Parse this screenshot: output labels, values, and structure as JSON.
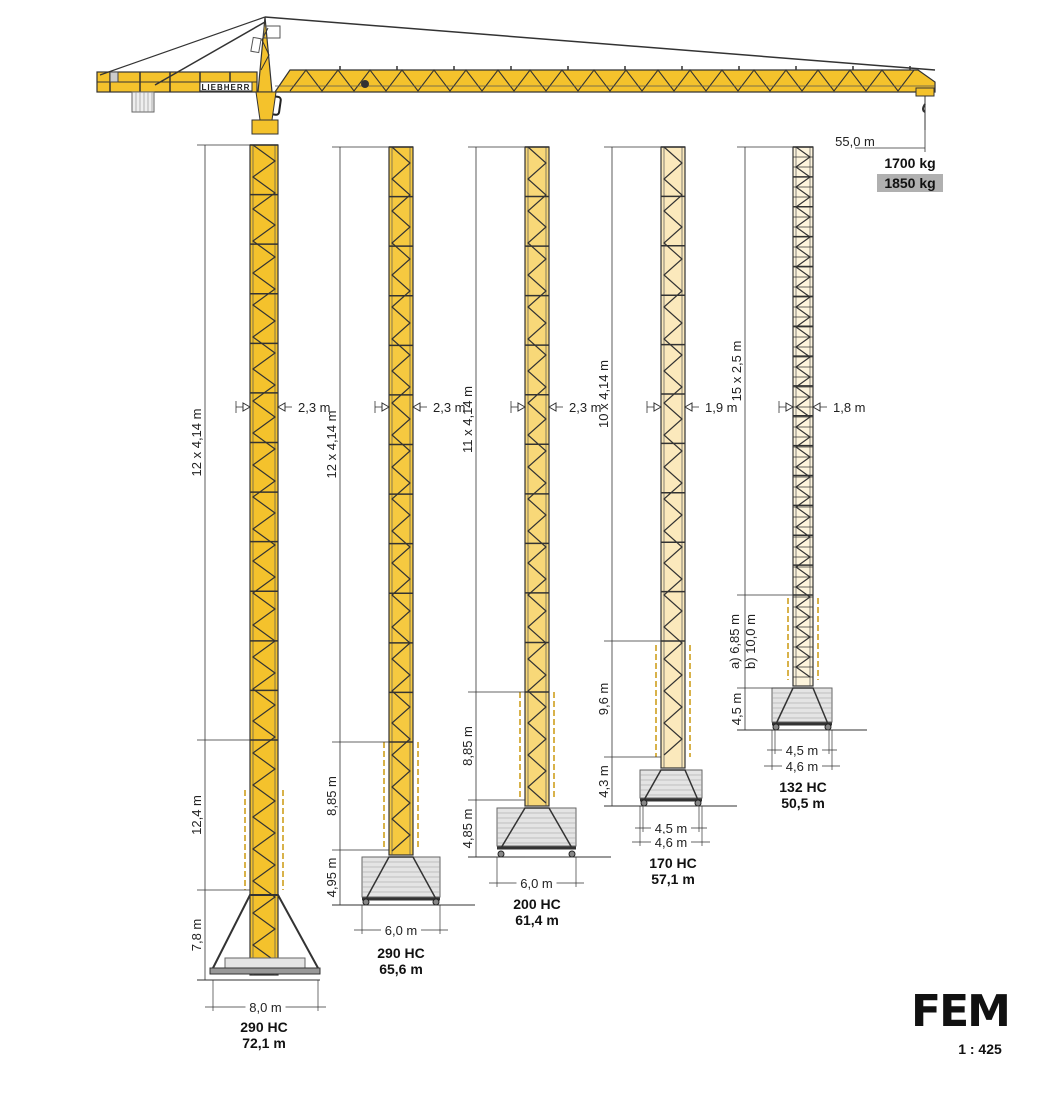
{
  "brand": "LIEBHERR",
  "jib": {
    "radius": "55,0 m",
    "load_a": "1700 kg",
    "load_b": "1850 kg"
  },
  "colors": {
    "t1": "#f4c22c",
    "t2": "#f6c940",
    "t3": "#f8d878",
    "t4": "#fbe9bc",
    "t5": "#fdf4dc",
    "base": "#e4e4e4",
    "line": "#333333",
    "load_b_bg": "#b0b0b0"
  },
  "towers": [
    {
      "name": "290 HC",
      "height": "72,1 m",
      "width": "2,3 m",
      "dims": [
        "12 x 4,14 m",
        "12,4 m",
        "7,8 m"
      ],
      "base": [
        "8,0 m"
      ]
    },
    {
      "name": "290 HC",
      "height": "65,6 m",
      "width": "2,3 m",
      "dims": [
        "12 x 4,14 m",
        "8,85 m",
        "4,95 m"
      ],
      "base": [
        "6,0 m"
      ]
    },
    {
      "name": "200 HC",
      "height": "61,4 m",
      "width": "2,3 m",
      "dims": [
        "11 x 4,14 m",
        "8,85 m",
        "4,85 m"
      ],
      "base": [
        "6,0 m"
      ]
    },
    {
      "name": "170 HC",
      "height": "57,1 m",
      "width": "1,9 m",
      "dims": [
        "10 x 4,14 m",
        "9,6 m",
        "4,3 m"
      ],
      "base": [
        "4,5 m",
        "4,6 m"
      ]
    },
    {
      "name": "132 HC",
      "height": "50,5 m",
      "width": "1,8 m",
      "dims": [
        "15 x 2,5 m",
        "a) 6,85 m",
        "4,5 m"
      ],
      "dims_extra": "b) 10,0 m",
      "base": [
        "4,5 m",
        "4,6 m"
      ]
    }
  ],
  "standard": "FEM",
  "scale": "1 : 425"
}
